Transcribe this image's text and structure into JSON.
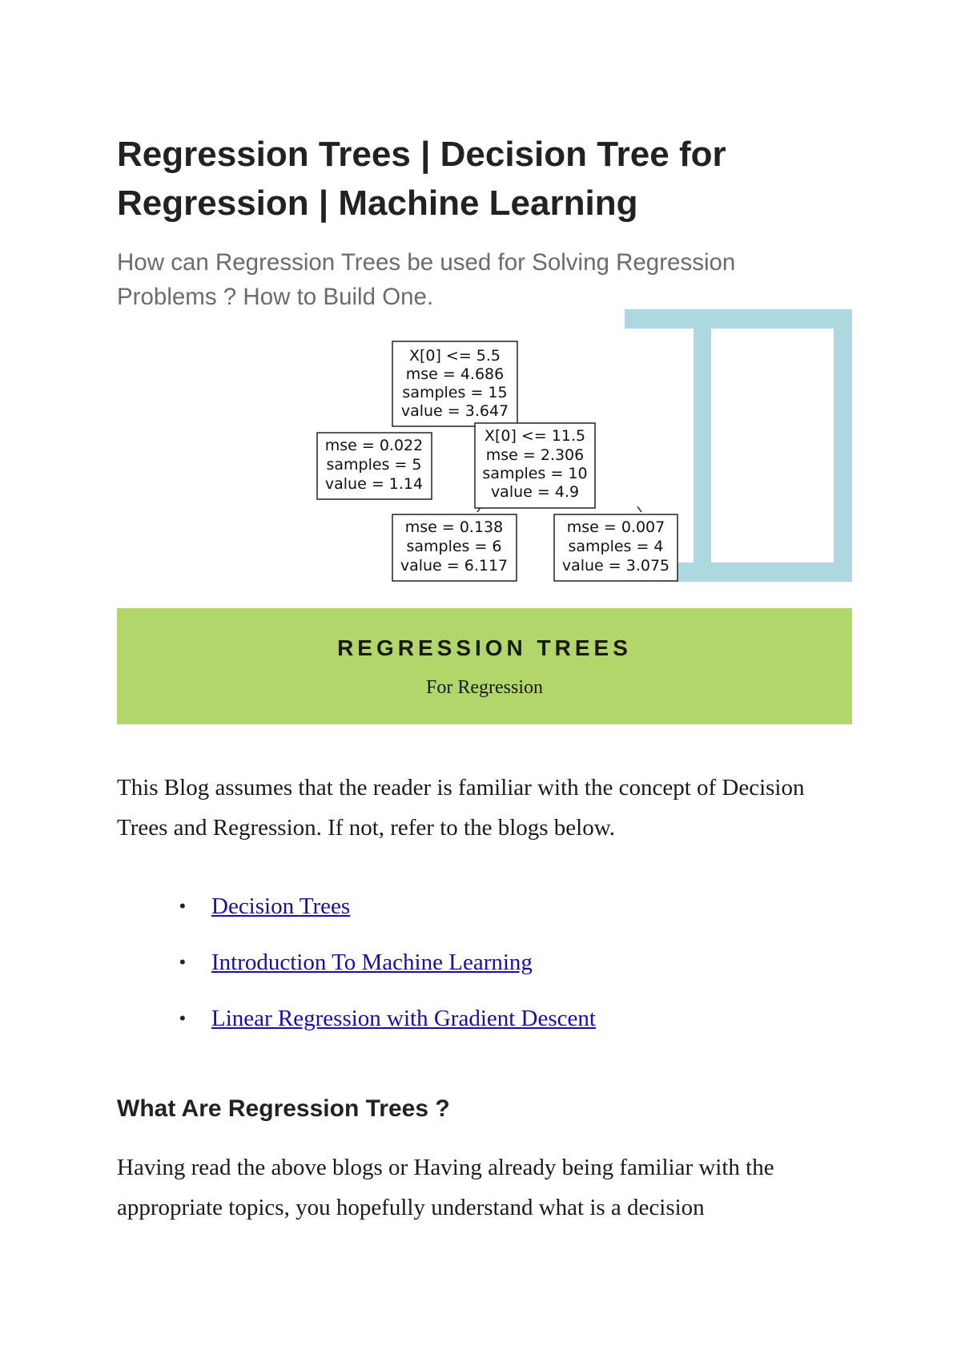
{
  "article": {
    "title": "Regression Trees | Decision Tree for Regression | Machine Learning",
    "subtitle": "How can Regression Trees be used for Solving Regression Problems ? How to Build One."
  },
  "hero": {
    "banner_title": "REGRESSION TREES",
    "banner_subtitle": "For Regression",
    "colors": {
      "banner_green": "#b3d66b",
      "frame_blue": "#add8e0"
    },
    "tree": {
      "root": [
        "X[0] <= 5.5",
        "mse = 4.686",
        "samples = 15",
        "value = 3.647"
      ],
      "left_leaf": [
        "mse = 0.022",
        "samples = 5",
        "value = 1.14"
      ],
      "right_split": [
        "X[0] <= 11.5",
        "mse = 2.306",
        "samples = 10",
        "value = 4.9"
      ],
      "right_left_leaf": [
        "mse = 0.138",
        "samples = 6",
        "value = 6.117"
      ],
      "right_right_leaf": [
        "mse = 0.007",
        "samples = 4",
        "value = 3.075"
      ]
    }
  },
  "intro_paragraph": "This Blog assumes that the reader is familiar with the concept of Decision Trees and Regression. If not, refer to the blogs below.",
  "related_links": [
    {
      "label": "Decision Trees"
    },
    {
      "label": "Introduction To Machine Learning"
    },
    {
      "label": "Linear Regression with Gradient Descent"
    }
  ],
  "section": {
    "heading": "What Are Regression Trees ?",
    "paragraph": "Having read the above blogs or Having already being familiar with the appropriate topics, you hopefully understand what is a decision"
  }
}
